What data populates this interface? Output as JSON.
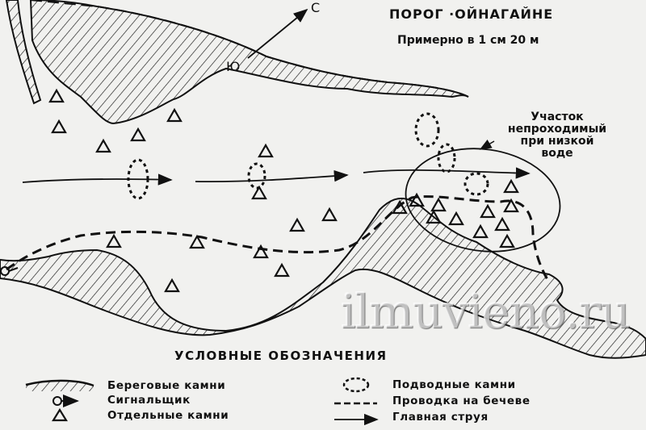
{
  "title": "ПОРОГ ·ОЙНАГАЙНЕ",
  "scale": "Примерно в 1 см 20 м",
  "compass": {
    "north": "С",
    "south": "Ю"
  },
  "note": {
    "lines": [
      "Участок",
      "непроходимый",
      "при низкой",
      "воде"
    ]
  },
  "legend": {
    "title": "УСЛОВНЫЕ ОБОЗНАЧЕНИЯ",
    "items": [
      {
        "symbol": "hatched-bank",
        "label": "Береговые камни"
      },
      {
        "symbol": "signalman",
        "label": "Сигнальщик"
      },
      {
        "symbol": "triangle",
        "label": "Отдельные камни"
      },
      {
        "symbol": "dotted-oval",
        "label": "Подводные камни"
      },
      {
        "symbol": "dashed-line",
        "label": "Проводка на бечеве"
      },
      {
        "symbol": "arrow-line",
        "label": "Главная струя"
      }
    ]
  },
  "watermark": "ilmuvieno.ru",
  "colors": {
    "background": "#f1f1ef",
    "ink": "#111111"
  }
}
